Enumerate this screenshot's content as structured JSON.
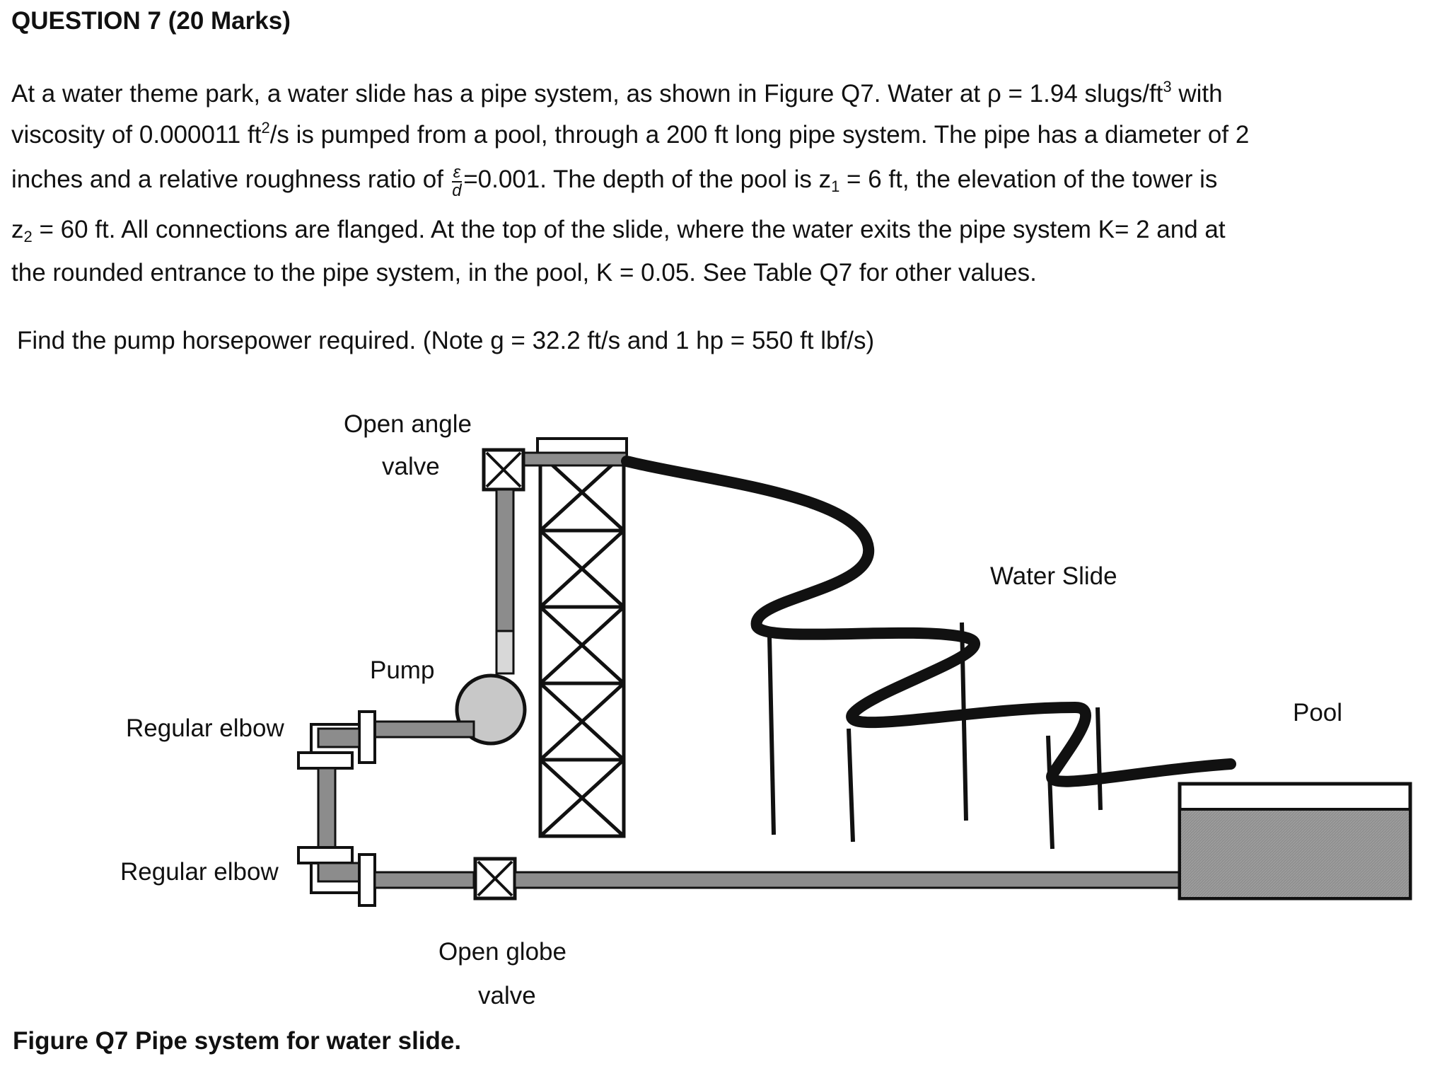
{
  "question": {
    "title": "QUESTION 7 (20 Marks)",
    "line1_a": "At a water theme park, a water slide has a pipe system, as shown in Figure Q7.   Water at ρ = 1.94 slugs/ft",
    "line1_sup": "3",
    "line1_b": " with",
    "line2_a": "viscosity of 0.000011 ft",
    "line2_sup": "2",
    "line2_b": "/s is pumped from a pool, through a 200 ft long pipe system.  The pipe has a diameter of 2",
    "line3_a": "inches and a relative roughness ratio of ",
    "frac_num": "ε",
    "frac_den": "d",
    "line3_b": "=0.001.  The depth of the pool is z",
    "line3_sub": "1",
    "line3_c": " = 6 ft, the elevation of the tower is",
    "line4_a": "z",
    "line4_sub": "2",
    "line4_b": " = 60 ft.    All connections are flanged.    At the top of the slide, where the water exits the pipe system K= 2 and at",
    "line5": "the rounded entrance to the pipe system, in the pool, K = 0.05. See Table Q7 for other values.",
    "find": "Find the pump horsepower required.   (Note g = 32.2 ft/s and 1 hp = 550 ft lbf/s)"
  },
  "figure": {
    "labels": {
      "open_angle_valve_1": "Open angle",
      "open_angle_valve_2": "valve",
      "pump": "Pump",
      "regular_elbow_top": "Regular elbow",
      "regular_elbow_bottom": "Regular elbow",
      "water_slide": "Water Slide",
      "pool": "Pool",
      "open_globe_valve_1": "Open globe",
      "open_globe_valve_2": "valve"
    },
    "caption": "Figure Q7 Pipe system for water slide.",
    "colors": {
      "pipe": "#8c8c8c",
      "water": "#8a8a8a",
      "pump": "#c8c8c8",
      "stroke": "#111111"
    }
  }
}
